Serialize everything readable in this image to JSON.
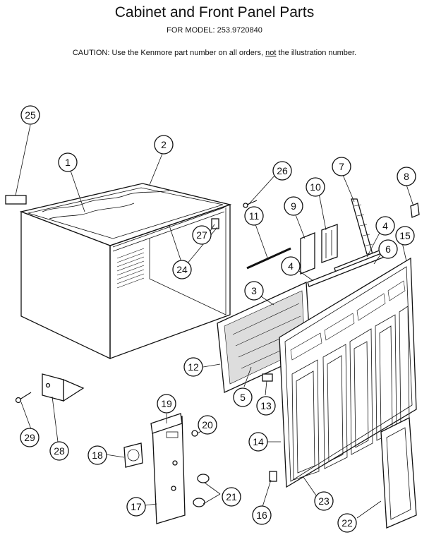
{
  "header": {
    "title": "Cabinet and Front Panel Parts",
    "model_line": "FOR MODEL:  253.9720840",
    "caution_prefix": "CAUTION:  Use the Kenmore part number on all orders, ",
    "caution_emphasis": "not",
    "caution_suffix": " the illustration number."
  },
  "callouts": [
    {
      "id": "25",
      "label": "25"
    },
    {
      "id": "1",
      "label": "1"
    },
    {
      "id": "2",
      "label": "2"
    },
    {
      "id": "26",
      "label": "26"
    },
    {
      "id": "27",
      "label": "27"
    },
    {
      "id": "24",
      "label": "24"
    },
    {
      "id": "11",
      "label": "11"
    },
    {
      "id": "10",
      "label": "10"
    },
    {
      "id": "7",
      "label": "7"
    },
    {
      "id": "8",
      "label": "8"
    },
    {
      "id": "9",
      "label": "9"
    },
    {
      "id": "4a",
      "label": "4"
    },
    {
      "id": "15",
      "label": "15"
    },
    {
      "id": "6",
      "label": "6"
    },
    {
      "id": "4b",
      "label": "4"
    },
    {
      "id": "3",
      "label": "3"
    },
    {
      "id": "12",
      "label": "12"
    },
    {
      "id": "5",
      "label": "5"
    },
    {
      "id": "13",
      "label": "13"
    },
    {
      "id": "19",
      "label": "19"
    },
    {
      "id": "20",
      "label": "20"
    },
    {
      "id": "18",
      "label": "18"
    },
    {
      "id": "14",
      "label": "14"
    },
    {
      "id": "29",
      "label": "29"
    },
    {
      "id": "28",
      "label": "28"
    },
    {
      "id": "21",
      "label": "21"
    },
    {
      "id": "17",
      "label": "17"
    },
    {
      "id": "23",
      "label": "23"
    },
    {
      "id": "16",
      "label": "16"
    },
    {
      "id": "22",
      "label": "22"
    }
  ]
}
